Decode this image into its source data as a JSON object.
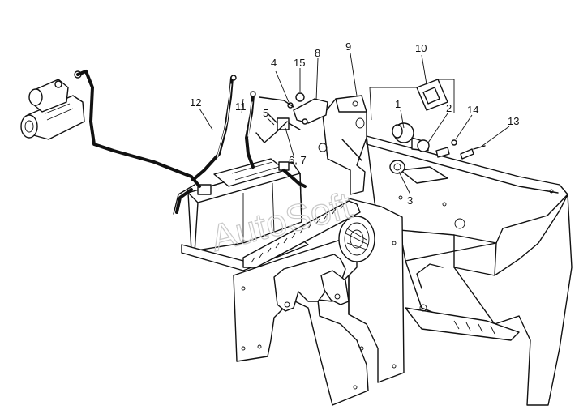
{
  "diagram": {
    "callouts": [
      {
        "id": "c1",
        "text": "1"
      },
      {
        "id": "c2",
        "text": "2"
      },
      {
        "id": "c3",
        "text": "3"
      },
      {
        "id": "c4",
        "text": "4"
      },
      {
        "id": "c5",
        "text": "5"
      },
      {
        "id": "c67",
        "text": "6, 7"
      },
      {
        "id": "c8",
        "text": "8"
      },
      {
        "id": "c9",
        "text": "9"
      },
      {
        "id": "c10",
        "text": "10"
      },
      {
        "id": "c11",
        "text": "11"
      },
      {
        "id": "c12",
        "text": "12"
      },
      {
        "id": "c13",
        "text": "13"
      },
      {
        "id": "c14",
        "text": "14"
      },
      {
        "id": "c15",
        "text": "15"
      }
    ],
    "watermark": "AutoSoft"
  }
}
